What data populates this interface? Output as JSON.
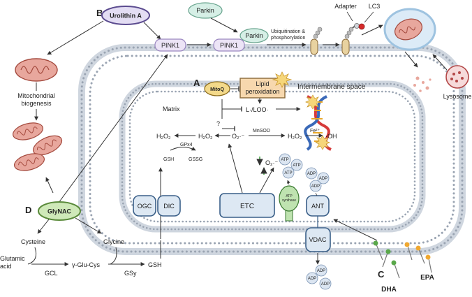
{
  "panels": {
    "a": "A",
    "b": "B",
    "c": "C",
    "d": "D"
  },
  "compounds": {
    "urolithin_a": "Urolithin A",
    "mitoq": "MitoQ",
    "glynac": "GlyNAC",
    "dha": "DHA",
    "epa": "EPA"
  },
  "mitophagy": {
    "parkin_top": "Parkin",
    "pink1_left": "PINK1",
    "pink1_right": "PINK1",
    "parkin_bound": "Parkin",
    "ubiq_line1": "Ubiquitination &",
    "ubiq_line2": "phosphorylation",
    "adapter": "Adapter",
    "lc3": "LC3",
    "lysosome": "Lysosome"
  },
  "biogenesis": {
    "line1": "Mitochondrial",
    "line2": "biogenesis"
  },
  "compartments": {
    "intermembrane": "Intermembrane space",
    "matrix": "Matrix"
  },
  "ros": {
    "lipid_line1": "Lipid",
    "lipid_line2": "peroxidation",
    "lipid_radicals": "L·/LOO·",
    "question": "?",
    "h2o2_far": "H₂O₂",
    "h2o2_mid": "H₂O₂",
    "superoxide": "O₂·⁻",
    "mnsod": "MnSOD",
    "h2o2_right": "H₂O₂",
    "fe": "Fe²⁺",
    "hydroxyl": "·OH",
    "gpx4": "GPx4",
    "gsh": "GSH",
    "gssg": "GSSG",
    "superoxide_etc": "O₂·⁻"
  },
  "transporters": {
    "ogc": "OGC",
    "dic": "DIC",
    "etc": "ETC",
    "atp_synthase_line1": "ATP",
    "atp_synthase_line2": "synthase",
    "ant": "ANT",
    "vdac": "VDAC"
  },
  "nucleotides": {
    "atp_1": "ATP",
    "atp_2": "ATP",
    "atp_3": "ATP",
    "adp_1": "ADP",
    "adp_2": "ADP",
    "adp_3": "ADP",
    "adp_out_1": "ADP",
    "adp_out_2": "ADP",
    "adp_out_3": "ADP"
  },
  "glutathione_synthesis": {
    "cysteine": "Cysteine",
    "glycine": "Glycine",
    "glutamic_line1": "Glutamic",
    "glutamic_line2": "acid",
    "gamma": "γ-Glu-Cys",
    "gsh": "GSH",
    "gcl": "GCL",
    "gsy": "GSy"
  },
  "colors": {
    "membrane_head": "#b0b8c4",
    "pink1_fill": "#ece4f6",
    "pink1_stroke": "#9a86c0",
    "parkin_fill": "#d6efe6",
    "parkin_stroke": "#6aa58f",
    "urolithin_fill": "#e3ddf3",
    "urolithin_stroke": "#5b4b8f",
    "glynac_fill": "#cfe9b9",
    "glynac_stroke": "#5a8a3b",
    "mitoq_fill": "#f3d98a",
    "lipid_fill": "#f7d8ae",
    "lipid_stroke": "#8a6a3a",
    "transporter_fill": "#dde8f3",
    "transporter_stroke": "#3a5f88",
    "atp_synthase_fill": "#bfe3b0",
    "nucleotide_fill": "#dbe5f1",
    "mito_red": "#d06a5e",
    "up_arrow_green": "#45a845",
    "dha_green": "#5aa84a",
    "epa_orange": "#f0a830"
  }
}
